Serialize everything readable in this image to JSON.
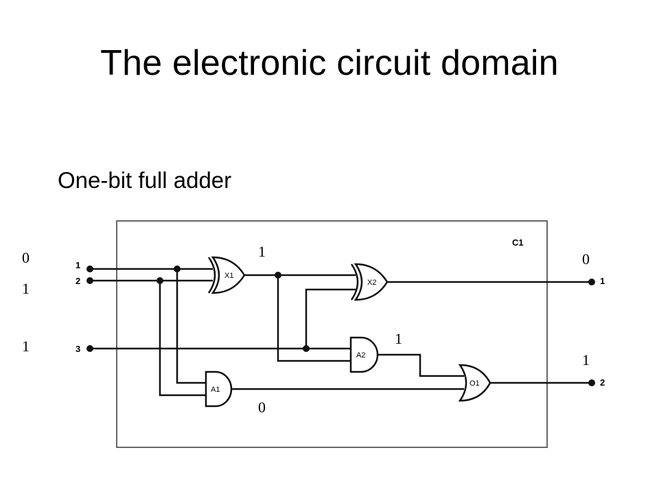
{
  "slide": {
    "title": "The electronic circuit  domain",
    "subtitle": "One-bit full adder"
  },
  "circuit": {
    "name": "C1",
    "gates": {
      "x1": "X1",
      "x2": "X2",
      "a1": "A1",
      "a2": "A2",
      "o1": "O1"
    },
    "input_pins": {
      "in1": "1",
      "in2": "2",
      "in3": "3"
    },
    "output_pins": {
      "out1": "1",
      "out2": "2"
    },
    "input_values": {
      "in1": "0",
      "in2": "1",
      "in3": "1"
    },
    "signal_values": {
      "x1_out": "1",
      "a2_out": "1",
      "a1_out": "0"
    },
    "output_values": {
      "out1": "0",
      "out2": "1"
    }
  }
}
